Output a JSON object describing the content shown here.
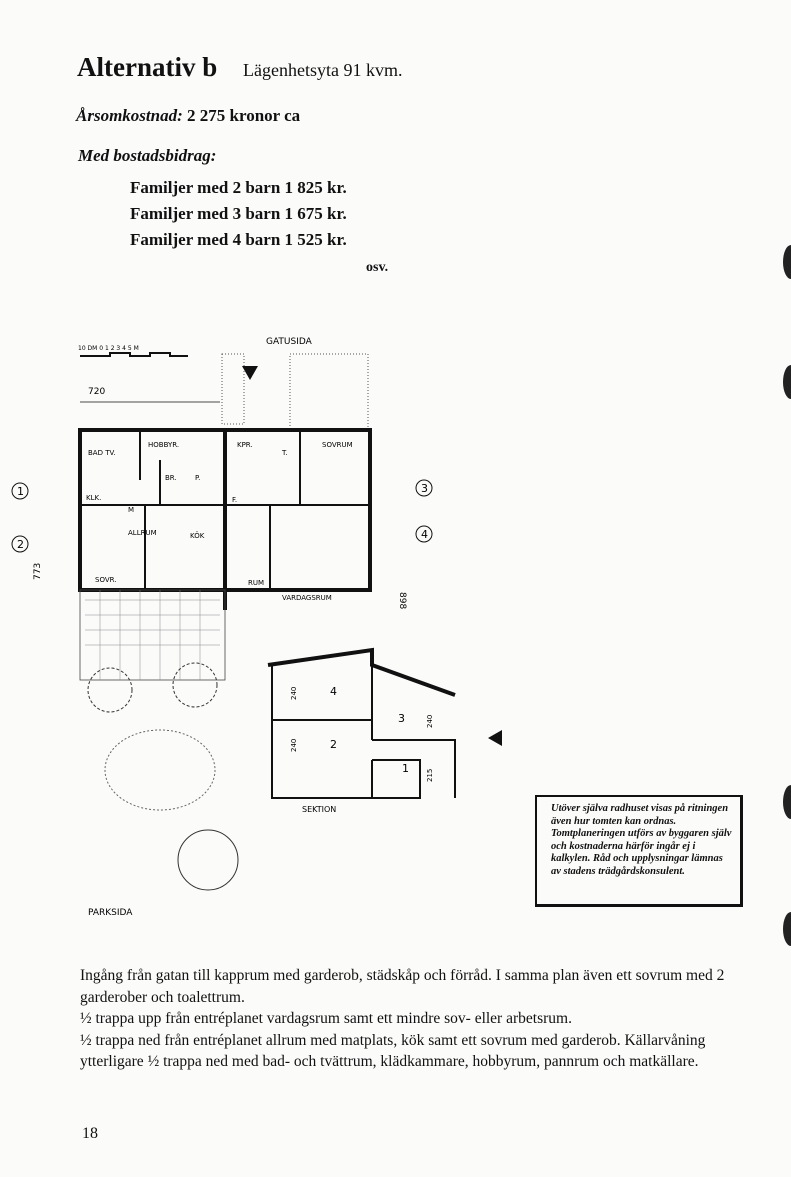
{
  "heading": {
    "title": "Alternativ b",
    "subtitle": "Lägenhetsyta 91 kvm."
  },
  "cost": {
    "label": "Årsomkostnad:",
    "value": "2 275 kronor ca"
  },
  "subsidy": {
    "label": "Med bostadsbidrag:",
    "rows": [
      "Familjer med 2 barn 1 825 kr.",
      "Familjer med 3 barn 1 675 kr.",
      "Familjer med 4 barn 1 525 kr."
    ],
    "more": "osv."
  },
  "plan": {
    "scale": "10 DM  0    1    2    3    4    5 M",
    "street": "GATUSIDA",
    "park": "PARKSIDA",
    "section": "SEKTION",
    "dims": {
      "width": "720",
      "left": "773",
      "right": "898",
      "h1": "240",
      "h2": "240",
      "h3": "240",
      "h4": "215"
    },
    "levels": [
      "1",
      "2",
      "3",
      "4"
    ],
    "rooms": [
      "HOBBYR.",
      "BAD TV.",
      "KLK.",
      "BR.",
      "P.",
      "M",
      "ALLRUM",
      "KÖK",
      "SOVR.",
      "KPR.",
      "T.",
      "SOVRUM",
      "F.",
      "RUM",
      "VARDAGSRUM"
    ]
  },
  "note": "Utöver själva radhuset visas på ritningen även hur tomten kan ordnas. Tomtplaneringen utförs av byggaren själv och kostnaderna härför ingår ej i kalkylen. Råd och upplysningar lämnas av stadens trädgårdskonsulent.",
  "body": [
    "Ingång från gatan till kapprum med garderob, städskåp och förråd. I samma plan även ett sovrum med 2 garderober och toalettrum.",
    "½ trappa upp från entréplanet vardagsrum samt ett mindre sov- eller arbetsrum.",
    "½ trappa ned från entréplanet allrum med matplats, kök samt ett sovrum med garderob. Källarvåning ytterligare ½ trappa ned med bad- och tvättrum, klädkammare, hobbyrum, pannrum och matkällare."
  ],
  "page_number": "18"
}
